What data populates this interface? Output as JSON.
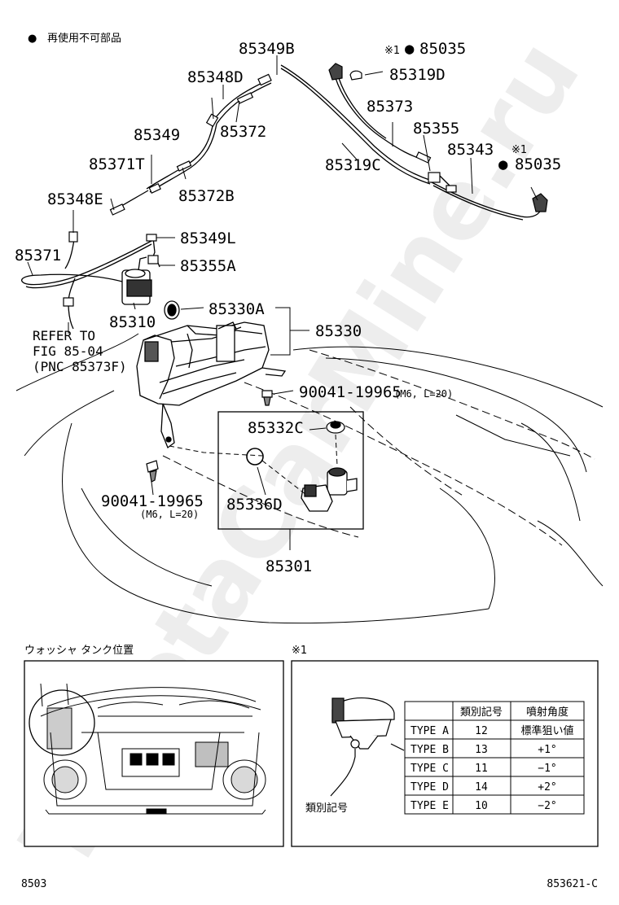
{
  "legend": {
    "bullet": "●",
    "text": "再使用不可部品"
  },
  "part_labels": {
    "p85349B": "85349B",
    "p85348D": "85348D",
    "p85349": "85349",
    "p85372": "85372",
    "p85371T": "85371T",
    "p85372B": "85372B",
    "p85348E": "85348E",
    "p85349L": "85349L",
    "p85371": "85371",
    "p85355A": "85355A",
    "p85310": "85310",
    "p85330A": "85330A",
    "p85330": "85330",
    "p85035_top_mark": "※1",
    "p85035_top": "85035",
    "p85319D": "85319D",
    "p85373": "85373",
    "p85355": "85355",
    "p85319C": "85319C",
    "p85343": "85343",
    "p85035_right_mark": "※1",
    "p85035_right": "85035",
    "bolt_a": "90041-19965",
    "bolt_a_spec": "(M6, L=20)",
    "bolt_b": "90041-19965",
    "bolt_b_spec": "(M6, L=20)",
    "p85332C": "85332C",
    "p85336D": "85336D",
    "p85301": "85301"
  },
  "reference_note": [
    "REFER TO",
    "FIG 85-04",
    "(PNC 85373F)"
  ],
  "watermark": "ToyotaCarMine.ru",
  "bottom_left_panel": {
    "title": "ウォッシャ タンク位置"
  },
  "bottom_right_panel": {
    "title": "※1",
    "callout": "類別記号",
    "table": {
      "headers": [
        "",
        "類別記号",
        "噴射角度"
      ],
      "rows": [
        [
          "TYPE A",
          "12",
          "標準狙い値"
        ],
        [
          "TYPE B",
          "13",
          "+1°"
        ],
        [
          "TYPE C",
          "11",
          "−1°"
        ],
        [
          "TYPE D",
          "14",
          "+2°"
        ],
        [
          "TYPE E",
          "10",
          "−2°"
        ]
      ]
    }
  },
  "footer": {
    "left": "8503",
    "right": "853621-C"
  }
}
